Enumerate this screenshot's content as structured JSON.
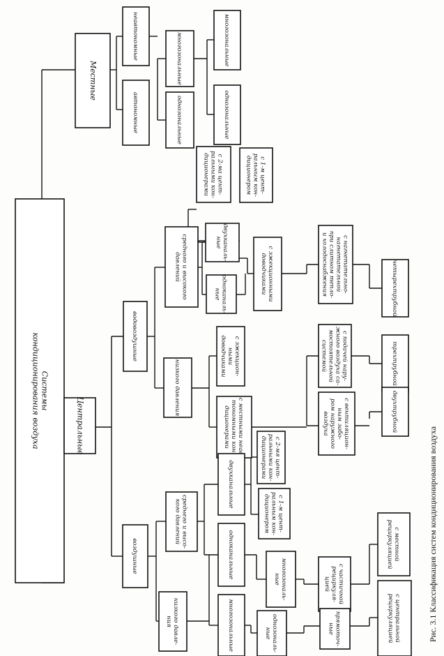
{
  "nodes": {
    "root": [
      "Системы",
      "кондиционирования  воздуха"
    ],
    "local": [
      "Местные"
    ],
    "central": [
      "Центральные"
    ],
    "nonautonomous": [
      "неавтономные"
    ],
    "autonomous": [
      "автономные"
    ],
    "multizone_local": [
      "многозональные"
    ],
    "onezone_local": [
      "однозональные"
    ],
    "multizone_local2": [
      "многозональные"
    ],
    "onezone_local2": [
      "однозональные"
    ],
    "water_air": [
      "водовоздушные"
    ],
    "air": [
      "воздушные"
    ],
    "mid_high_wa": [
      "средного и высокого",
      "давлений"
    ],
    "low_wa": [
      "низкого давления"
    ],
    "twochannel_wa": [
      "двухканаль-",
      "ные"
    ],
    "onechannel_wa": [
      "одноканаль-",
      "ные"
    ],
    "second_central_wa": [
      "с 2-ма цент-",
      "ральными кон-",
      "диционерами"
    ],
    "first_central_wa": [
      "с 1-м цент-",
      "ральным кон-",
      "диционером"
    ],
    "ejection_closers": [
      "с эжекцион-",
      "ными",
      "доводчиками"
    ],
    "local_closers": [
      "с местными неав-",
      "тономными кон-",
      "диционерами"
    ],
    "ejection_closers2": [
      "с эжекционными",
      "доводчиками"
    ],
    "heat_closers": [
      "с нагнетательно-",
      "нагнетательной",
      "при слитном тепло-",
      "и холодоснабжения"
    ],
    "separate_outdoor": [
      "с подачей нару-",
      "жного воздуха са-",
      "мостоятельной",
      "системой"
    ],
    "ventilated": [
      "с вентиляцион-",
      "ным забо-",
      "ром наружного",
      "воздуха"
    ],
    "fourpipe": [
      "четырехтрубной"
    ],
    "threepipe": [
      "трехтрубной"
    ],
    "twopipe": [
      "двухтрубной"
    ],
    "mid_high_air": [
      "среднего и высо-",
      "кого давлений"
    ],
    "low_air": [
      "низкого давле-",
      "ния"
    ],
    "twochannel_air": [
      "двухканальные"
    ],
    "onechannel_air": [
      "одноканальные"
    ],
    "multizone_air": [
      "многозональные"
    ],
    "second_central_air": [
      "с 2-мя цент-",
      "ральными кон-",
      "диционерами"
    ],
    "first_central_air": [
      "с 1-м цент-",
      "ральным кон-",
      "диционером"
    ],
    "multizone_air2": [
      "многозональ-",
      "ные"
    ],
    "onezone_air": [
      "однозональ-",
      "ные"
    ],
    "partial_recirc": [
      "с частичной",
      "рециркуля-",
      "цией"
    ],
    "direct_flow": [
      "прямоточ-",
      "ные"
    ],
    "local_recirc": [
      "с местной",
      "рециркуляцией"
    ],
    "central_recirc": [
      "с центральной",
      "рециркуляцией"
    ]
  },
  "caption": "Рис. 3.1 Классификация систем кондиционирования воздуха"
}
